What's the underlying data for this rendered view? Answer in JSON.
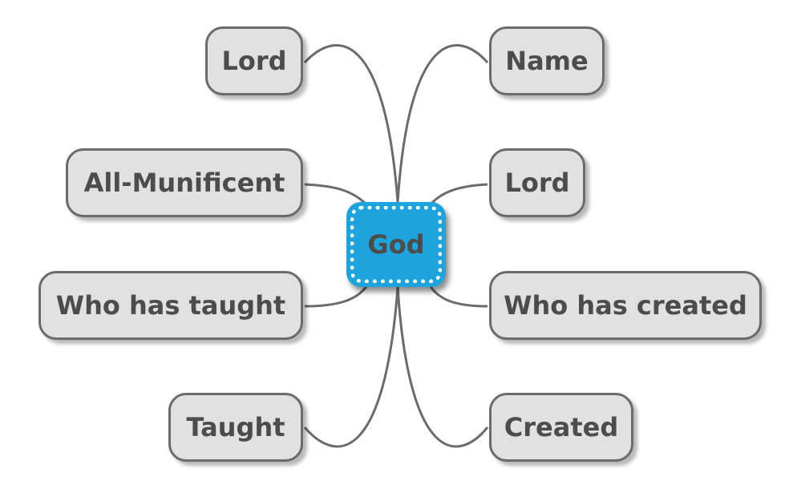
{
  "diagram": {
    "center": {
      "label": "God"
    },
    "left_nodes": [
      {
        "label": "Lord"
      },
      {
        "label": "All-Munificent"
      },
      {
        "label": "Who has taught"
      },
      {
        "label": "Taught"
      }
    ],
    "right_nodes": [
      {
        "label": "Name"
      },
      {
        "label": "Lord"
      },
      {
        "label": "Who has created"
      },
      {
        "label": "Created"
      }
    ],
    "colors": {
      "center_fill": "#1ea3dc",
      "node_fill": "#e1e1e1",
      "node_border": "#6b6b6b",
      "connector": "#6b6b6b",
      "text": "#4c4c4c"
    }
  }
}
